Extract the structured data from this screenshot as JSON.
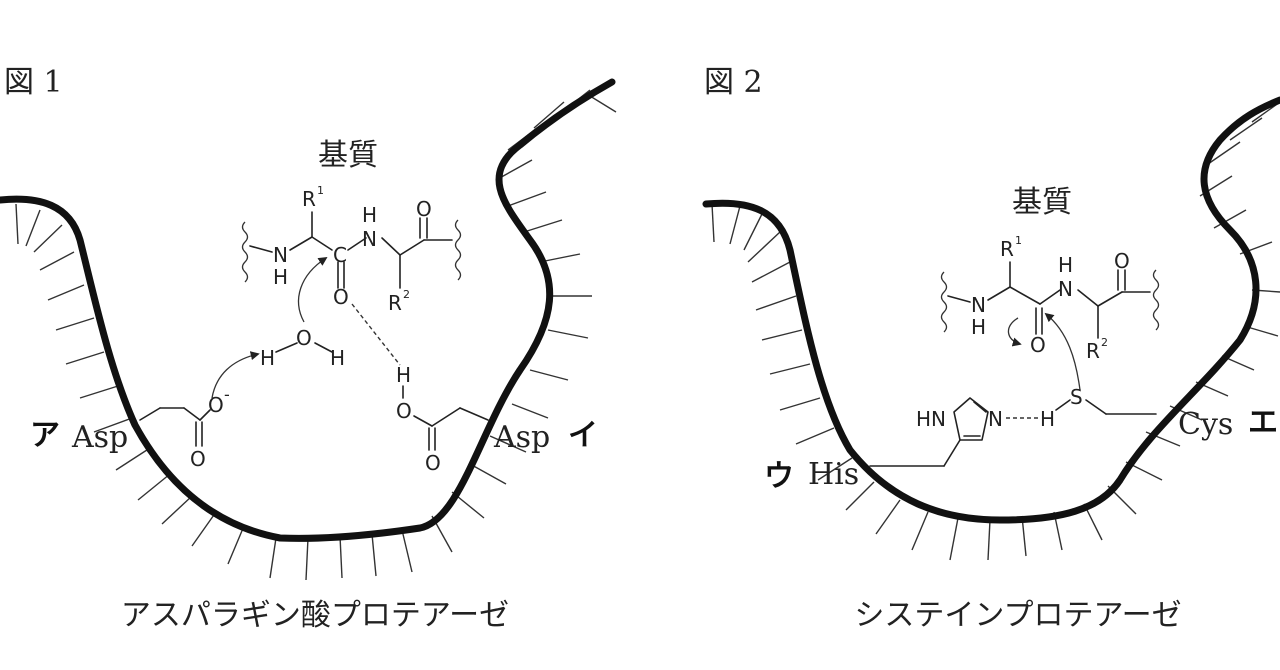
{
  "figure1": {
    "label": "図 1",
    "substrate_title": "基質",
    "caption": "アスパラギン酸プロテアーゼ",
    "residue_left_mark": "ア",
    "residue_left_name": "Asp",
    "residue_right_mark": "イ",
    "residue_right_name": "Asp",
    "atoms": {
      "r1": "R",
      "r1_sup": "1",
      "r2": "R",
      "r2_sup": "2",
      "nh_n": "N",
      "nh_h": "H",
      "amide_c": "C",
      "amide_o": "O",
      "amide_n": "N",
      "amide_h": "H",
      "ketone_o": "O",
      "water_o": "O",
      "water_h1": "H",
      "water_h2": "H",
      "asp1_o1": "O",
      "asp1_o2": "O",
      "asp1_charge": "-",
      "asp2_h": "H",
      "asp2_o1": "O",
      "asp2_o2": "O"
    }
  },
  "figure2": {
    "label": "図 2",
    "substrate_title": "基質",
    "caption": "システインプロテアーゼ",
    "residue_left_mark": "ウ",
    "residue_left_name": "His",
    "residue_right_mark": "エ",
    "residue_right_name": "Cys",
    "atoms": {
      "r1": "R",
      "r1_sup": "1",
      "r2": "R",
      "r2_sup": "2",
      "nh_n": "N",
      "nh_h": "H",
      "amide_o": "O",
      "amide_n": "N",
      "amide_h": "H",
      "ketone_o": "O",
      "his_hn": "HN",
      "his_n": "N",
      "hbond_h": "H",
      "cys_s": "S"
    }
  }
}
